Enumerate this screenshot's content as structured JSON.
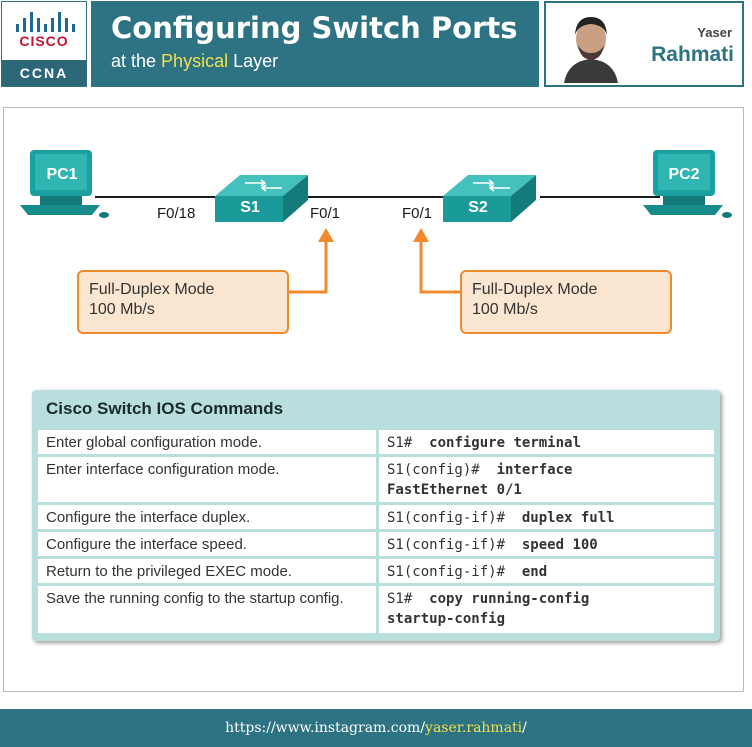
{
  "header": {
    "logo": {
      "brand": "CISCO",
      "cert": "CCNA"
    },
    "title": "Configuring Switch Ports",
    "subtitle_prefix": "at the ",
    "subtitle_highlight": "Physical",
    "subtitle_suffix": " Layer",
    "author_first": "Yaser",
    "author_last": "Rahmati"
  },
  "diagram": {
    "pc1_label": "PC1",
    "pc2_label": "PC2",
    "s1_label": "S1",
    "s2_label": "S2",
    "s1_port_left": "F0/18",
    "s1_port_right": "F0/1",
    "s2_port_left": "F0/1",
    "note_left_line1": "Full-Duplex Mode",
    "note_left_line2": "100 Mb/s",
    "note_right_line1": "Full-Duplex Mode",
    "note_right_line2": "100 Mb/s",
    "colors": {
      "device": "#1f9f9f",
      "note_fill": "#fbe6d2",
      "note_border": "#f08a2c",
      "arrow": "#f08a2c"
    }
  },
  "table": {
    "title": "Cisco Switch IOS Commands",
    "rows": [
      {
        "desc": "Enter global configuration mode.",
        "prompt": "S1#",
        "cmd": "configure terminal",
        "cmd2": ""
      },
      {
        "desc": "Enter interface configuration mode.",
        "prompt": "S1(config)#",
        "cmd": "interface",
        "cmd2": "FastEthernet 0/1"
      },
      {
        "desc": "Configure the interface duplex.",
        "prompt": "S1(config-if)#",
        "cmd": "duplex full",
        "cmd2": ""
      },
      {
        "desc": "Configure the interface speed.",
        "prompt": "S1(config-if)#",
        "cmd": "speed 100",
        "cmd2": ""
      },
      {
        "desc": "Return to the privileged EXEC mode.",
        "prompt": "S1(config-if)#",
        "cmd": "end",
        "cmd2": ""
      },
      {
        "desc": "Save the running config to the startup config.",
        "prompt": "S1#",
        "cmd": "copy running-config",
        "cmd2": "startup-config"
      }
    ]
  },
  "footer": {
    "url_prefix": "https://www.instagram.com/",
    "url_handle": "yaser.rahmati",
    "url_suffix": "/"
  }
}
